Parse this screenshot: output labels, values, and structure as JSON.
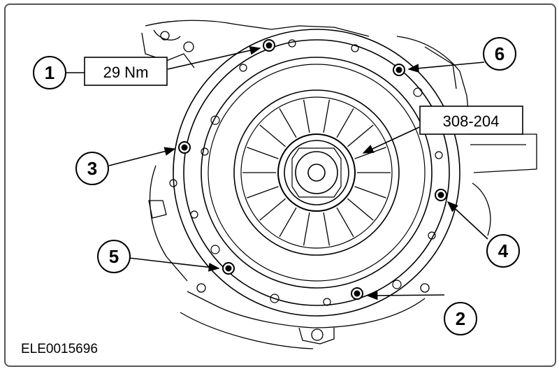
{
  "figure_id": "ELE0015696",
  "spec_labels": {
    "torque": "29 Nm",
    "tool": "308-204"
  },
  "callouts": [
    "1",
    "2",
    "3",
    "4",
    "5",
    "6"
  ],
  "colors": {
    "line": "#000000",
    "frame": "#555555",
    "background": "#ffffff"
  }
}
